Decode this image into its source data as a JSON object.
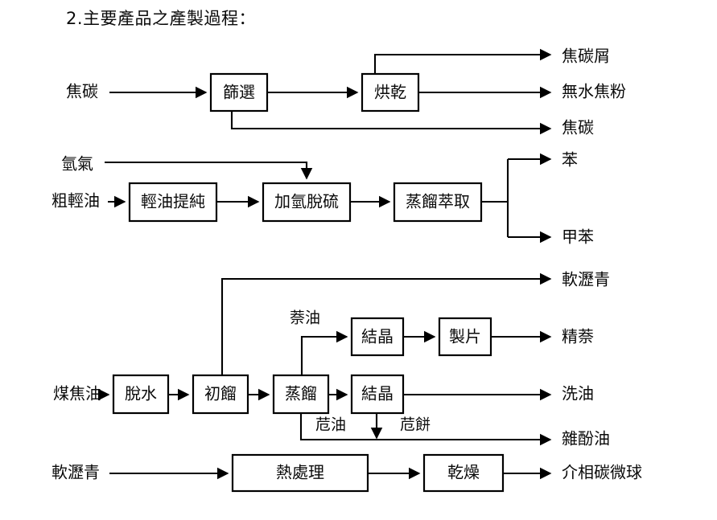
{
  "document": {
    "title": "2.主要產品之產製過程："
  },
  "diagram": {
    "type": "process-flow",
    "sections": [
      {
        "id": "coke",
        "inputs": [
          "焦碳"
        ],
        "nodes": [
          "篩選",
          "烘乾"
        ],
        "outputs": [
          "焦碳屑",
          "無水焦粉",
          "焦碳"
        ]
      },
      {
        "id": "light-oil",
        "inputs": [
          "氫氣",
          "粗輕油"
        ],
        "nodes": [
          "輕油提純",
          "加氫脫硫",
          "蒸餾萃取"
        ],
        "outputs": [
          "苯",
          "甲苯"
        ]
      },
      {
        "id": "coal-tar",
        "inputs": [
          "煤焦油"
        ],
        "nodes": [
          "脫水",
          "初餾",
          "蒸餾",
          "結晶",
          "製片",
          "結晶"
        ],
        "edge_labels": [
          "萘油",
          "苊油",
          "苊餅"
        ],
        "outputs": [
          "軟瀝青",
          "精萘",
          "洗油",
          "雜酚油"
        ]
      },
      {
        "id": "pitch",
        "inputs": [
          "軟瀝青"
        ],
        "nodes": [
          "熱處理",
          "乾燥"
        ],
        "outputs": [
          "介相碳微球"
        ]
      }
    ],
    "nodes": {
      "screening": "篩選",
      "drying": "烘乾",
      "light_oil_refine": "輕油提純",
      "hydro_desulfur": "加氫脫硫",
      "distill_extract": "蒸餾萃取",
      "dehydrate": "脫水",
      "primary_distill": "初餾",
      "distill": "蒸餾",
      "crystallize_top": "結晶",
      "flaking": "製片",
      "crystallize_mid": "結晶",
      "heat_treat": "熱處理",
      "dry": "乾燥"
    },
    "inputs": {
      "coke": "焦碳",
      "hydrogen": "氫氣",
      "crude_light_oil": "粗輕油",
      "coal_tar": "煤焦油",
      "soft_pitch": "軟瀝青"
    },
    "outputs": {
      "coke_fines": "焦碳屑",
      "anhydrous_coke_powder": "無水焦粉",
      "coke_out": "焦碳",
      "benzene": "苯",
      "toluene": "甲苯",
      "soft_pitch_out": "軟瀝青",
      "refined_naphthalene": "精萘",
      "wash_oil": "洗油",
      "crude_phenol_oil": "雜酚油",
      "mesocarbon_microbeads": "介相碳微球"
    },
    "edge_labels": {
      "naphthalene_oil": "萘油",
      "acenaphthene_oil": "苊油",
      "acenaphthene_cake": "苊餅"
    },
    "colors": {
      "stroke": "#000000",
      "text": "#0a0a0a",
      "background": "#ffffff"
    }
  }
}
